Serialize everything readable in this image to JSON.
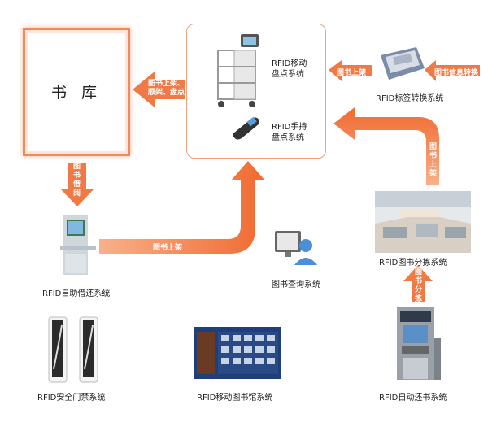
{
  "library": {
    "title": "书 库"
  },
  "systems": {
    "mobile_inventory": "RFID移动\n盘点系统",
    "handheld_inventory": "RFID手持\n盘点系统",
    "tag_conversion": "RFID标签转换系统",
    "self_service": "RFID自助借还系统",
    "sorting": "RFID图书分拣系统",
    "query": "图书查询系统",
    "security_gate": "RFID安全门禁系统",
    "mobile_library": "RFID移动图书馆系统",
    "auto_return": "RFID自动还书系统"
  },
  "arrows": {
    "to_library": "图书上架、\n顺架、盘点",
    "borrow": "图书借阅",
    "shelve_bottom": "图书上架",
    "shelve_top": "图书上架",
    "tag_info": "图书信息转换",
    "shelve_right": "图书上架",
    "sorting_up": "图书分拣"
  },
  "colors": {
    "arrow": "#f07a45",
    "arrow_light": "#f59a6a",
    "border": "#f08a5d"
  }
}
